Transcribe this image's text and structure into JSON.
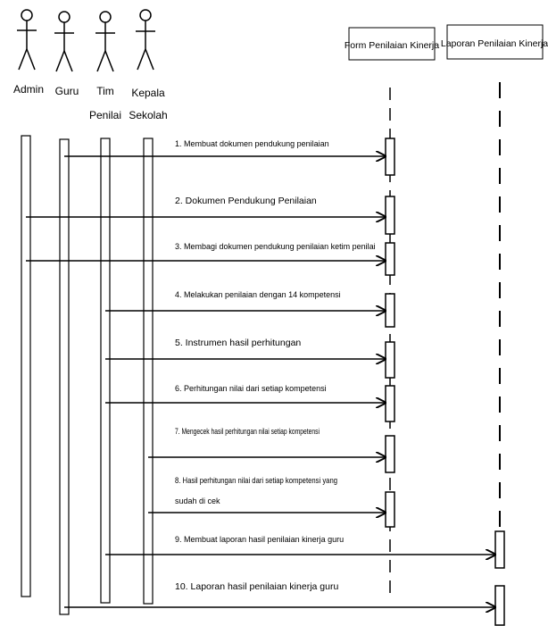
{
  "actors": [
    {
      "id": "admin",
      "label": "Admin"
    },
    {
      "id": "guru",
      "label": "Guru"
    },
    {
      "id": "tim_penilai",
      "label_line1": "Tim",
      "label_line2": "Penilai"
    },
    {
      "id": "kepala_sekolah",
      "label_line1": "Kepala",
      "label_line2": "Sekolah"
    }
  ],
  "objects": [
    {
      "id": "form",
      "label": "Form Penilaian Kinerja"
    },
    {
      "id": "laporan",
      "label": "Laporan Penilaian Kinerja"
    }
  ],
  "messages": [
    {
      "n": 1,
      "from": "guru",
      "to": "form",
      "text": "1. Membuat dokumen pendukung penilaian"
    },
    {
      "n": 2,
      "from": "admin",
      "to": "form",
      "text": "2. Dokumen Pendukung  Penilaian"
    },
    {
      "n": 3,
      "from": "admin",
      "to": "form",
      "text": "3. Membagi dokumen pendukung penilaian ketim penilai"
    },
    {
      "n": 4,
      "from": "tim_penilai",
      "to": "form",
      "text": "4. Melakukan penilaian dengan 14 kompetensi"
    },
    {
      "n": 5,
      "from": "tim_penilai",
      "to": "form",
      "text": "5. Instrumen hasil perhitungan"
    },
    {
      "n": 6,
      "from": "tim_penilai",
      "to": "form",
      "text": "6. Perhitungan nilai dari setiap kompetensi"
    },
    {
      "n": 7,
      "from": "kepala_sekolah",
      "to": "form",
      "text": "7. Mengecek hasil perhitungan nilai setiap kompetensi"
    },
    {
      "n": 8,
      "from": "kepala_sekolah",
      "to": "form",
      "text_line1": "8. Hasil perhitungan nilai dari setiap kompetensi yang",
      "text_line2": "sudah di cek"
    },
    {
      "n": 9,
      "from": "tim_penilai",
      "to": "laporan",
      "text": "9. Membuat laporan  hasil penilaian kinerja guru"
    },
    {
      "n": 10,
      "from": "guru",
      "to": "laporan",
      "text": "10. Laporan hasil penilaian kinerja guru"
    }
  ]
}
